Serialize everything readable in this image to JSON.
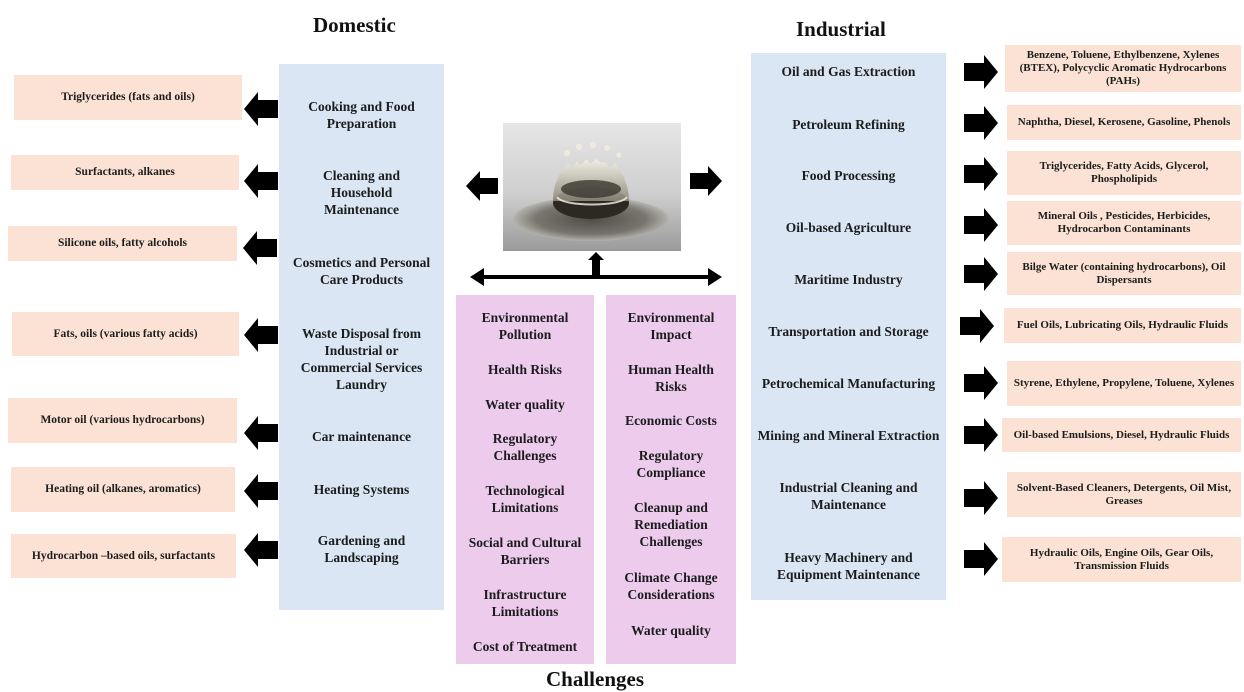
{
  "headings": {
    "domestic": "Domestic",
    "industrial": "Industrial",
    "challenges": "Challenges"
  },
  "domestic_sources": [
    "Cooking and Food Preparation",
    "Cleaning and Household Maintenance",
    "Cosmetics and Personal Care Products",
    "Waste Disposal from Industrial or Commercial Services Laundry",
    "Car maintenance",
    "Heating Systems",
    "Gardening and Landscaping"
  ],
  "domestic_products": [
    "Triglycerides (fats and oils)",
    "Surfactants, alkanes",
    "Silicone oils, fatty alcohols",
    "Fats, oils (various fatty acids)",
    "Motor oil (various hydrocarbons)",
    "Heating oil (alkanes, aromatics)",
    "Hydrocarbon –based oils, surfactants"
  ],
  "industrial_sources": [
    "Oil and Gas Extraction",
    "Petroleum Refining",
    "Food Processing",
    "Oil-based Agriculture",
    "Maritime Industry",
    "Transportation and Storage",
    "Petrochemical Manufacturing",
    "Mining and Mineral Extraction",
    "Industrial Cleaning and Maintenance",
    "Heavy Machinery and Equipment Maintenance"
  ],
  "industrial_products": [
    "Benzene, Toluene, Ethylbenzene, Xylenes (BTEX), Polycyclic Aromatic Hydrocarbons (PAHs)",
    "Naphtha, Diesel, Kerosene, Gasoline, Phenols",
    "Triglycerides, Fatty Acids, Glycerol, Phospholipids",
    "Mineral Oils , Pesticides, Herbicides, Hydrocarbon  Contaminants",
    "Bilge Water (containing hydrocarbons), Oil Dispersants",
    "Fuel Oils, Lubricating Oils, Hydraulic Fluids",
    "Styrene, Ethylene, Propylene, Toluene, Xylenes",
    "Oil-based Emulsions, Diesel, Hydraulic Fluids",
    "Solvent-Based Cleaners, Detergents, Oil Mist, Greases",
    "Hydraulic Oils, Engine Oils, Gear Oils, Transmission Fluids"
  ],
  "challenges_left": [
    "Environmental Pollution",
    "Health Risks",
    "Water quality",
    "Regulatory Challenges",
    "Technological Limitations",
    "Social and Cultural Barriers",
    "Infrastructure Limitations",
    "Cost of Treatment"
  ],
  "challenges_right": [
    "Environmental Impact",
    "Human Health Risks",
    "Economic Costs",
    "Regulatory Compliance",
    "Cleanup and Remediation Challenges",
    "Climate Change Considerations",
    "Water quality"
  ],
  "colors": {
    "source_box": "#dae6f4",
    "challenge_box": "#eccbed",
    "product_box": "#fbe2d4",
    "arrow": "#000000"
  }
}
